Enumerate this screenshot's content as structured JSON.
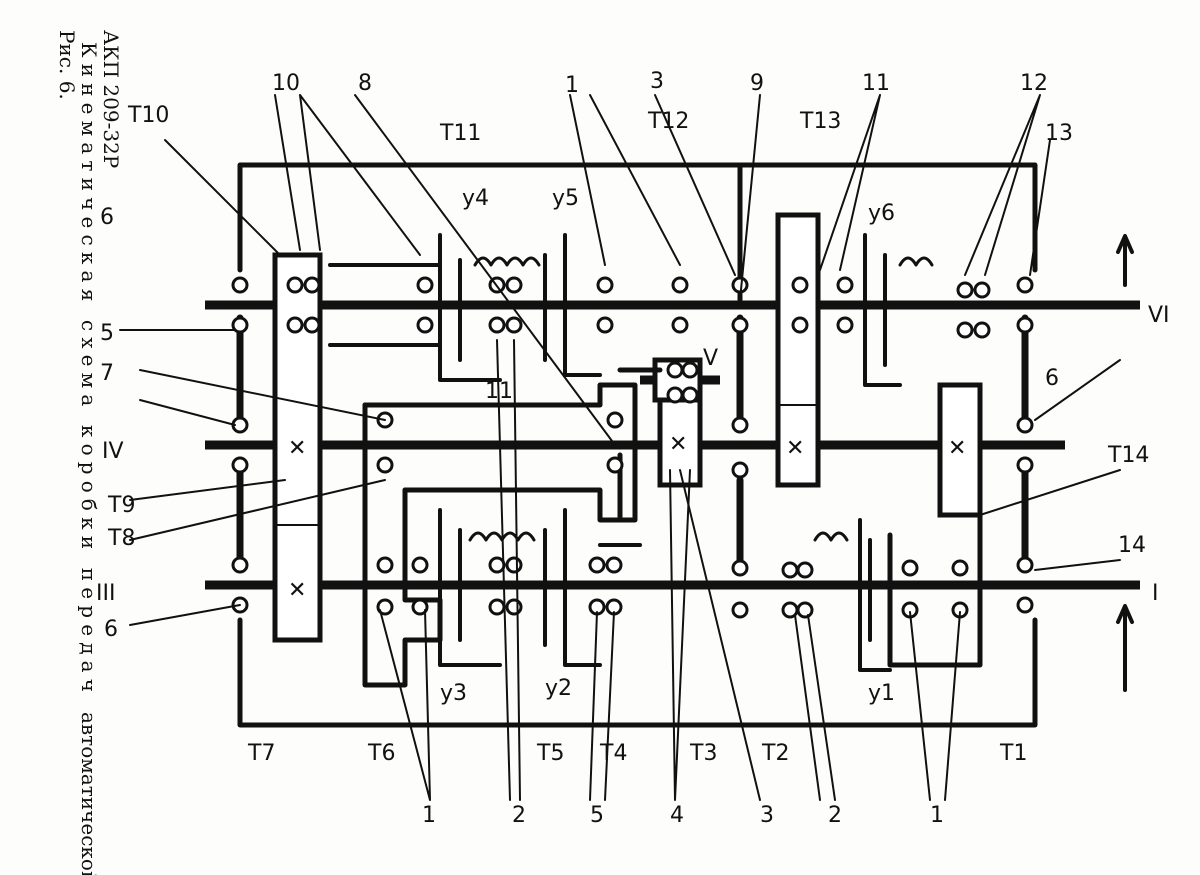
{
  "caption": {
    "line1": "Рис. 6.",
    "line2": "Кинематическая схема коробки передач",
    "line3": "АКП 209-32Р"
  },
  "caption_tail": "автоматической",
  "shafts": {
    "I": "I",
    "III": "III",
    "IV": "IV",
    "V": "V",
    "VI": "VI"
  },
  "labels": {
    "t10": "T10",
    "t11": "T11",
    "t12": "T12",
    "t13": "T13",
    "t14": "T14",
    "t9": "T9",
    "t8": "T8",
    "t7": "T7",
    "t6": "T6",
    "t5": "T5",
    "t4": "T4",
    "t3": "T3",
    "t2": "T2",
    "t1": "T1",
    "y1": "y1",
    "y2": "y2",
    "y3": "y3",
    "y4": "y4",
    "y5": "y5",
    "y6": "y6",
    "n10": "10",
    "n8": "8",
    "n1_top": "1",
    "n3_top": "3",
    "n9": "9",
    "n11_top": "11",
    "n12": "12",
    "n13": "13",
    "n6_left": "6",
    "n5_left": "5",
    "n7": "7",
    "n6_bottom": "6",
    "n11_mid": "11",
    "n6_right": "6",
    "n14": "14",
    "n1_b1": "1",
    "n2_b1": "2",
    "n5_b": "5",
    "n4_b": "4",
    "n3_b": "3",
    "n2_b2": "2",
    "n1_b2": "1"
  }
}
